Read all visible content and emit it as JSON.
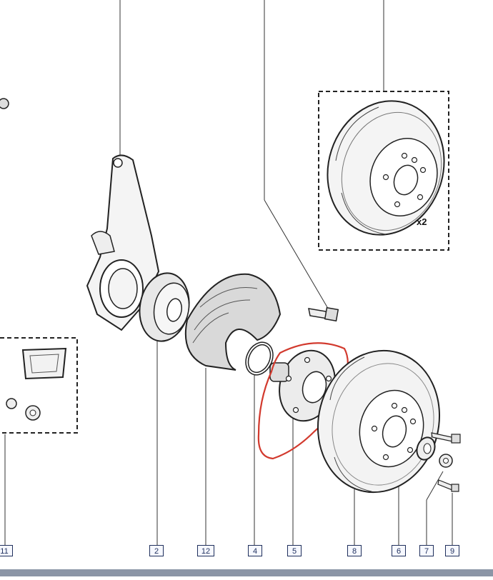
{
  "diagram": {
    "callouts": [
      "11",
      "2",
      "12",
      "4",
      "5",
      "8",
      "6",
      "7",
      "9"
    ],
    "quantity_label": "x2",
    "highlight_color": "#d23a2e",
    "line_color": "#222222"
  }
}
